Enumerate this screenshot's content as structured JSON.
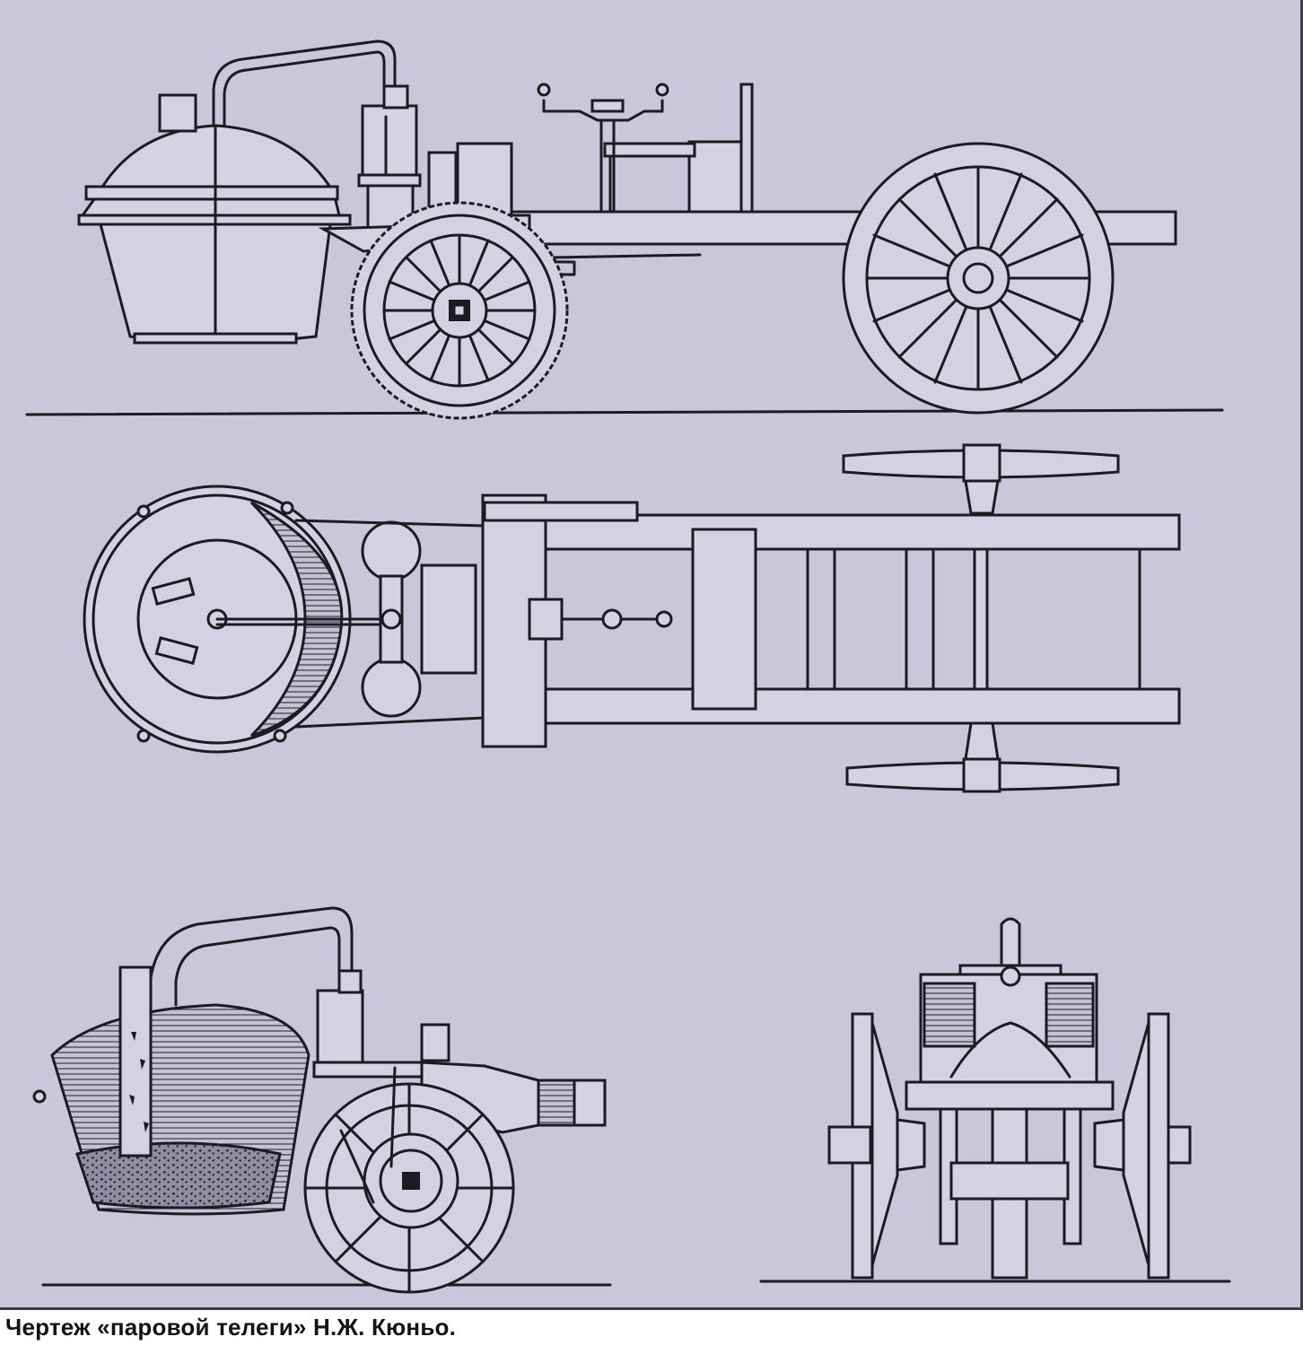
{
  "caption": "Чертеж «паровой телеги» Н.Ж. Кюньо.",
  "colors": {
    "paper": "#c9c8da",
    "ink": "#1b1b22",
    "caption_text": "#141414"
  },
  "views": [
    "side-elevation",
    "plan-view",
    "section-view",
    "front-view"
  ]
}
